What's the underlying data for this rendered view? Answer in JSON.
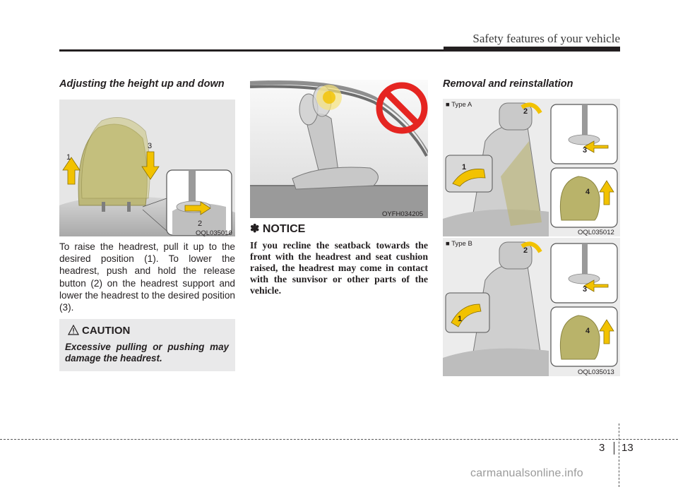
{
  "header": {
    "title": "Safety features of your vehicle"
  },
  "left": {
    "heading": "Adjusting the height up and down",
    "figure_code": "OQL035010",
    "callouts": [
      "1",
      "2",
      "3"
    ],
    "paragraph": "To raise the headrest, pull it up to the desired position (1). To lower the headrest, push and hold the release button (2) on the headrest support and lower the headrest to the desired position (3).",
    "caution": {
      "title": "CAUTION",
      "text": "Excessive pulling or pushing may damage the headrest."
    }
  },
  "middle": {
    "figure_code": "OYFH034205",
    "notice": {
      "symbol": "✽",
      "title": "NOTICE",
      "text": "If you recline the seatback towards the front with the headrest and seat cushion raised, the headrest may come in contact with the sunvisor or other parts of the vehicle."
    }
  },
  "right": {
    "heading": "Removal and reinstallation",
    "type_a": {
      "label": "■ Type A",
      "figure_code": "OQL035012",
      "callouts": [
        "1",
        "2",
        "3",
        "4"
      ]
    },
    "type_b": {
      "label": "■ Type B",
      "figure_code": "OQL035013",
      "callouts": [
        "1",
        "2",
        "3",
        "4"
      ]
    }
  },
  "footer": {
    "chapter": "3",
    "page": "13",
    "watermark": "carmanualsonline.info"
  },
  "colors": {
    "headrest": "#b9b36a",
    "arrow": "#f2c200",
    "no_sign": "#e52521",
    "caution_bg": "#e9e9ea"
  }
}
